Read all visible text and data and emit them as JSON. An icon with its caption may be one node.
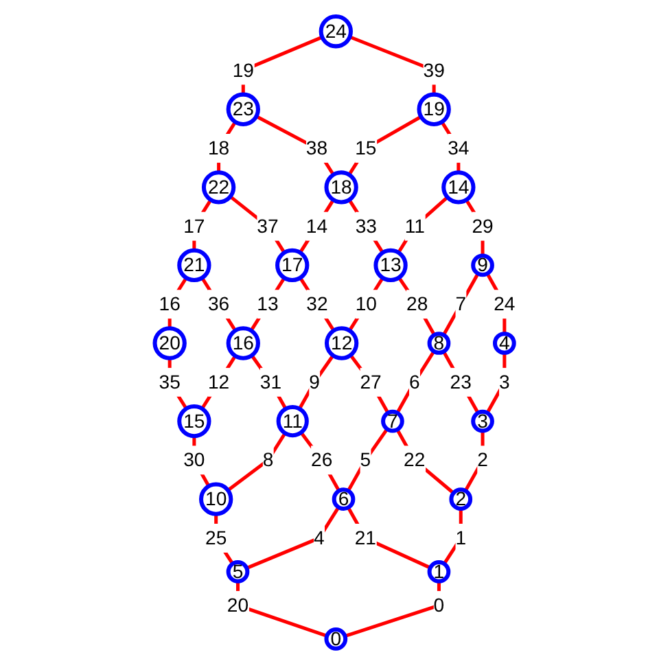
{
  "diagram": {
    "nodes": [
      {
        "text": [
          "0"
        ]
      },
      {
        "text": [
          "1"
        ]
      },
      {
        "text": [
          "2"
        ]
      },
      {
        "text": [
          "3"
        ]
      },
      {
        "text": [
          "4"
        ]
      },
      {
        "text": [
          "5"
        ]
      },
      {
        "text": [
          "6"
        ]
      },
      {
        "text": [
          "7"
        ]
      },
      {
        "text": [
          "8"
        ]
      },
      {
        "text": [
          "9"
        ]
      },
      {
        "text": [
          "10"
        ]
      },
      {
        "text": [
          "11"
        ]
      },
      {
        "text": [
          "12"
        ]
      },
      {
        "text": [
          "13"
        ]
      },
      {
        "text": [
          "14"
        ]
      },
      {
        "text": [
          "15"
        ]
      },
      {
        "text": [
          "16"
        ]
      },
      {
        "text": [
          "17"
        ]
      },
      {
        "text": [
          "18"
        ]
      },
      {
        "text": [
          "19"
        ]
      },
      {
        "text": [
          "20"
        ]
      },
      {
        "text": [
          "21"
        ]
      },
      {
        "text": [
          "22"
        ]
      },
      {
        "text": [
          "23"
        ]
      },
      {
        "text": [
          "24"
        ]
      }
    ],
    "edges": [
      {
        "from": 0,
        "to": 1,
        "arrow": "none",
        "label": "0"
      },
      {
        "from": 1,
        "to": 2,
        "arrow": "none",
        "label": "1"
      },
      {
        "from": 2,
        "to": 3,
        "arrow": "none",
        "label": "2"
      },
      {
        "from": 3,
        "to": 4,
        "arrow": "none",
        "label": "3"
      },
      {
        "from": 5,
        "to": 6,
        "arrow": "none",
        "label": "4"
      },
      {
        "from": 6,
        "to": 7,
        "arrow": "none",
        "label": "5"
      },
      {
        "from": 7,
        "to": 8,
        "arrow": "none",
        "label": "6"
      },
      {
        "from": 8,
        "to": 9,
        "arrow": "none",
        "label": "7"
      },
      {
        "from": 10,
        "to": 11,
        "arrow": "none",
        "label": "8"
      },
      {
        "from": 11,
        "to": 12,
        "arrow": "none",
        "label": "9"
      },
      {
        "from": 12,
        "to": 13,
        "arrow": "none",
        "label": "10"
      },
      {
        "from": 13,
        "to": 14,
        "arrow": "none",
        "label": "11"
      },
      {
        "from": 15,
        "to": 16,
        "arrow": "none",
        "label": "12"
      },
      {
        "from": 16,
        "to": 17,
        "arrow": "none",
        "label": "13"
      },
      {
        "from": 17,
        "to": 18,
        "arrow": "none",
        "label": "14"
      },
      {
        "from": 18,
        "to": 19,
        "arrow": "none",
        "label": "15"
      },
      {
        "from": 20,
        "to": 21,
        "arrow": "none",
        "label": "16"
      },
      {
        "from": 21,
        "to": 22,
        "arrow": "none",
        "label": "17"
      },
      {
        "from": 22,
        "to": 23,
        "arrow": "none",
        "label": "18"
      },
      {
        "from": 23,
        "to": 24,
        "arrow": "none",
        "label": "19"
      },
      {
        "from": 0,
        "to": 5,
        "arrow": "none",
        "label": "20"
      },
      {
        "from": 1,
        "to": 6,
        "arrow": "none",
        "label": "21"
      },
      {
        "from": 2,
        "to": 7,
        "arrow": "none",
        "label": "22"
      },
      {
        "from": 3,
        "to": 8,
        "arrow": "none",
        "label": "23"
      },
      {
        "from": 4,
        "to": 9,
        "arrow": "none",
        "label": "24"
      },
      {
        "from": 5,
        "to": 10,
        "arrow": "none",
        "label": "25"
      },
      {
        "from": 6,
        "to": 11,
        "arrow": "none",
        "label": "26"
      },
      {
        "from": 7,
        "to": 12,
        "arrow": "none",
        "label": "27"
      },
      {
        "from": 8,
        "to": 13,
        "arrow": "none",
        "label": "28"
      },
      {
        "from": 9,
        "to": 14,
        "arrow": "none",
        "label": "29"
      },
      {
        "from": 10,
        "to": 15,
        "arrow": "none",
        "label": "30"
      },
      {
        "from": 11,
        "to": 16,
        "arrow": "none",
        "label": "31"
      },
      {
        "from": 12,
        "to": 17,
        "arrow": "none",
        "label": "32"
      },
      {
        "from": 13,
        "to": 18,
        "arrow": "none",
        "label": "33"
      },
      {
        "from": 14,
        "to": 19,
        "arrow": "none",
        "label": "34"
      },
      {
        "from": 15,
        "to": 20,
        "arrow": "none",
        "label": "35"
      },
      {
        "from": 16,
        "to": 21,
        "arrow": "none",
        "label": "36"
      },
      {
        "from": 17,
        "to": 22,
        "arrow": "none",
        "label": "37"
      },
      {
        "from": 18,
        "to": 23,
        "arrow": "none",
        "label": "38"
      },
      {
        "from": 19,
        "to": 24,
        "arrow": "none",
        "label": "39"
      }
    ]
  }
}
